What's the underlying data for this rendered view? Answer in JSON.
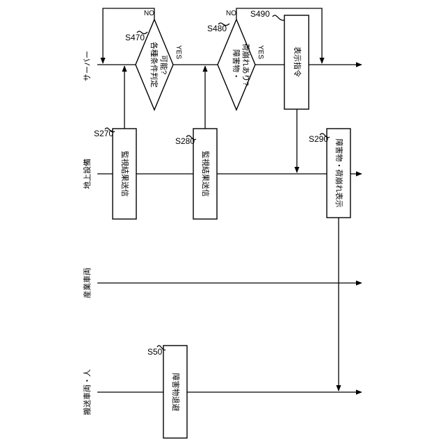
{
  "lanes": {
    "server": "サーバー",
    "ground": "地上設備",
    "industrial": "産業車両",
    "transport": "搬送車両・人"
  },
  "steps": {
    "s470": {
      "id": "S470",
      "text": [
        "各種条件判定",
        "可能?"
      ],
      "yes": "YES",
      "no": "NO"
    },
    "s480": {
      "id": "S480",
      "text": [
        "障害物・",
        "荷崩れあり?"
      ],
      "yes": "YES",
      "no": "NO"
    },
    "s490": {
      "id": "S490",
      "text": "表示指令"
    },
    "s270": {
      "id": "S270",
      "text": "監視結果送信"
    },
    "s280": {
      "id": "S280",
      "text": "監視結果送信"
    },
    "s290": {
      "id": "S290",
      "text": "障害物・荷崩れ表示"
    },
    "s50": {
      "id": "S50",
      "text": "障害物退避"
    }
  }
}
